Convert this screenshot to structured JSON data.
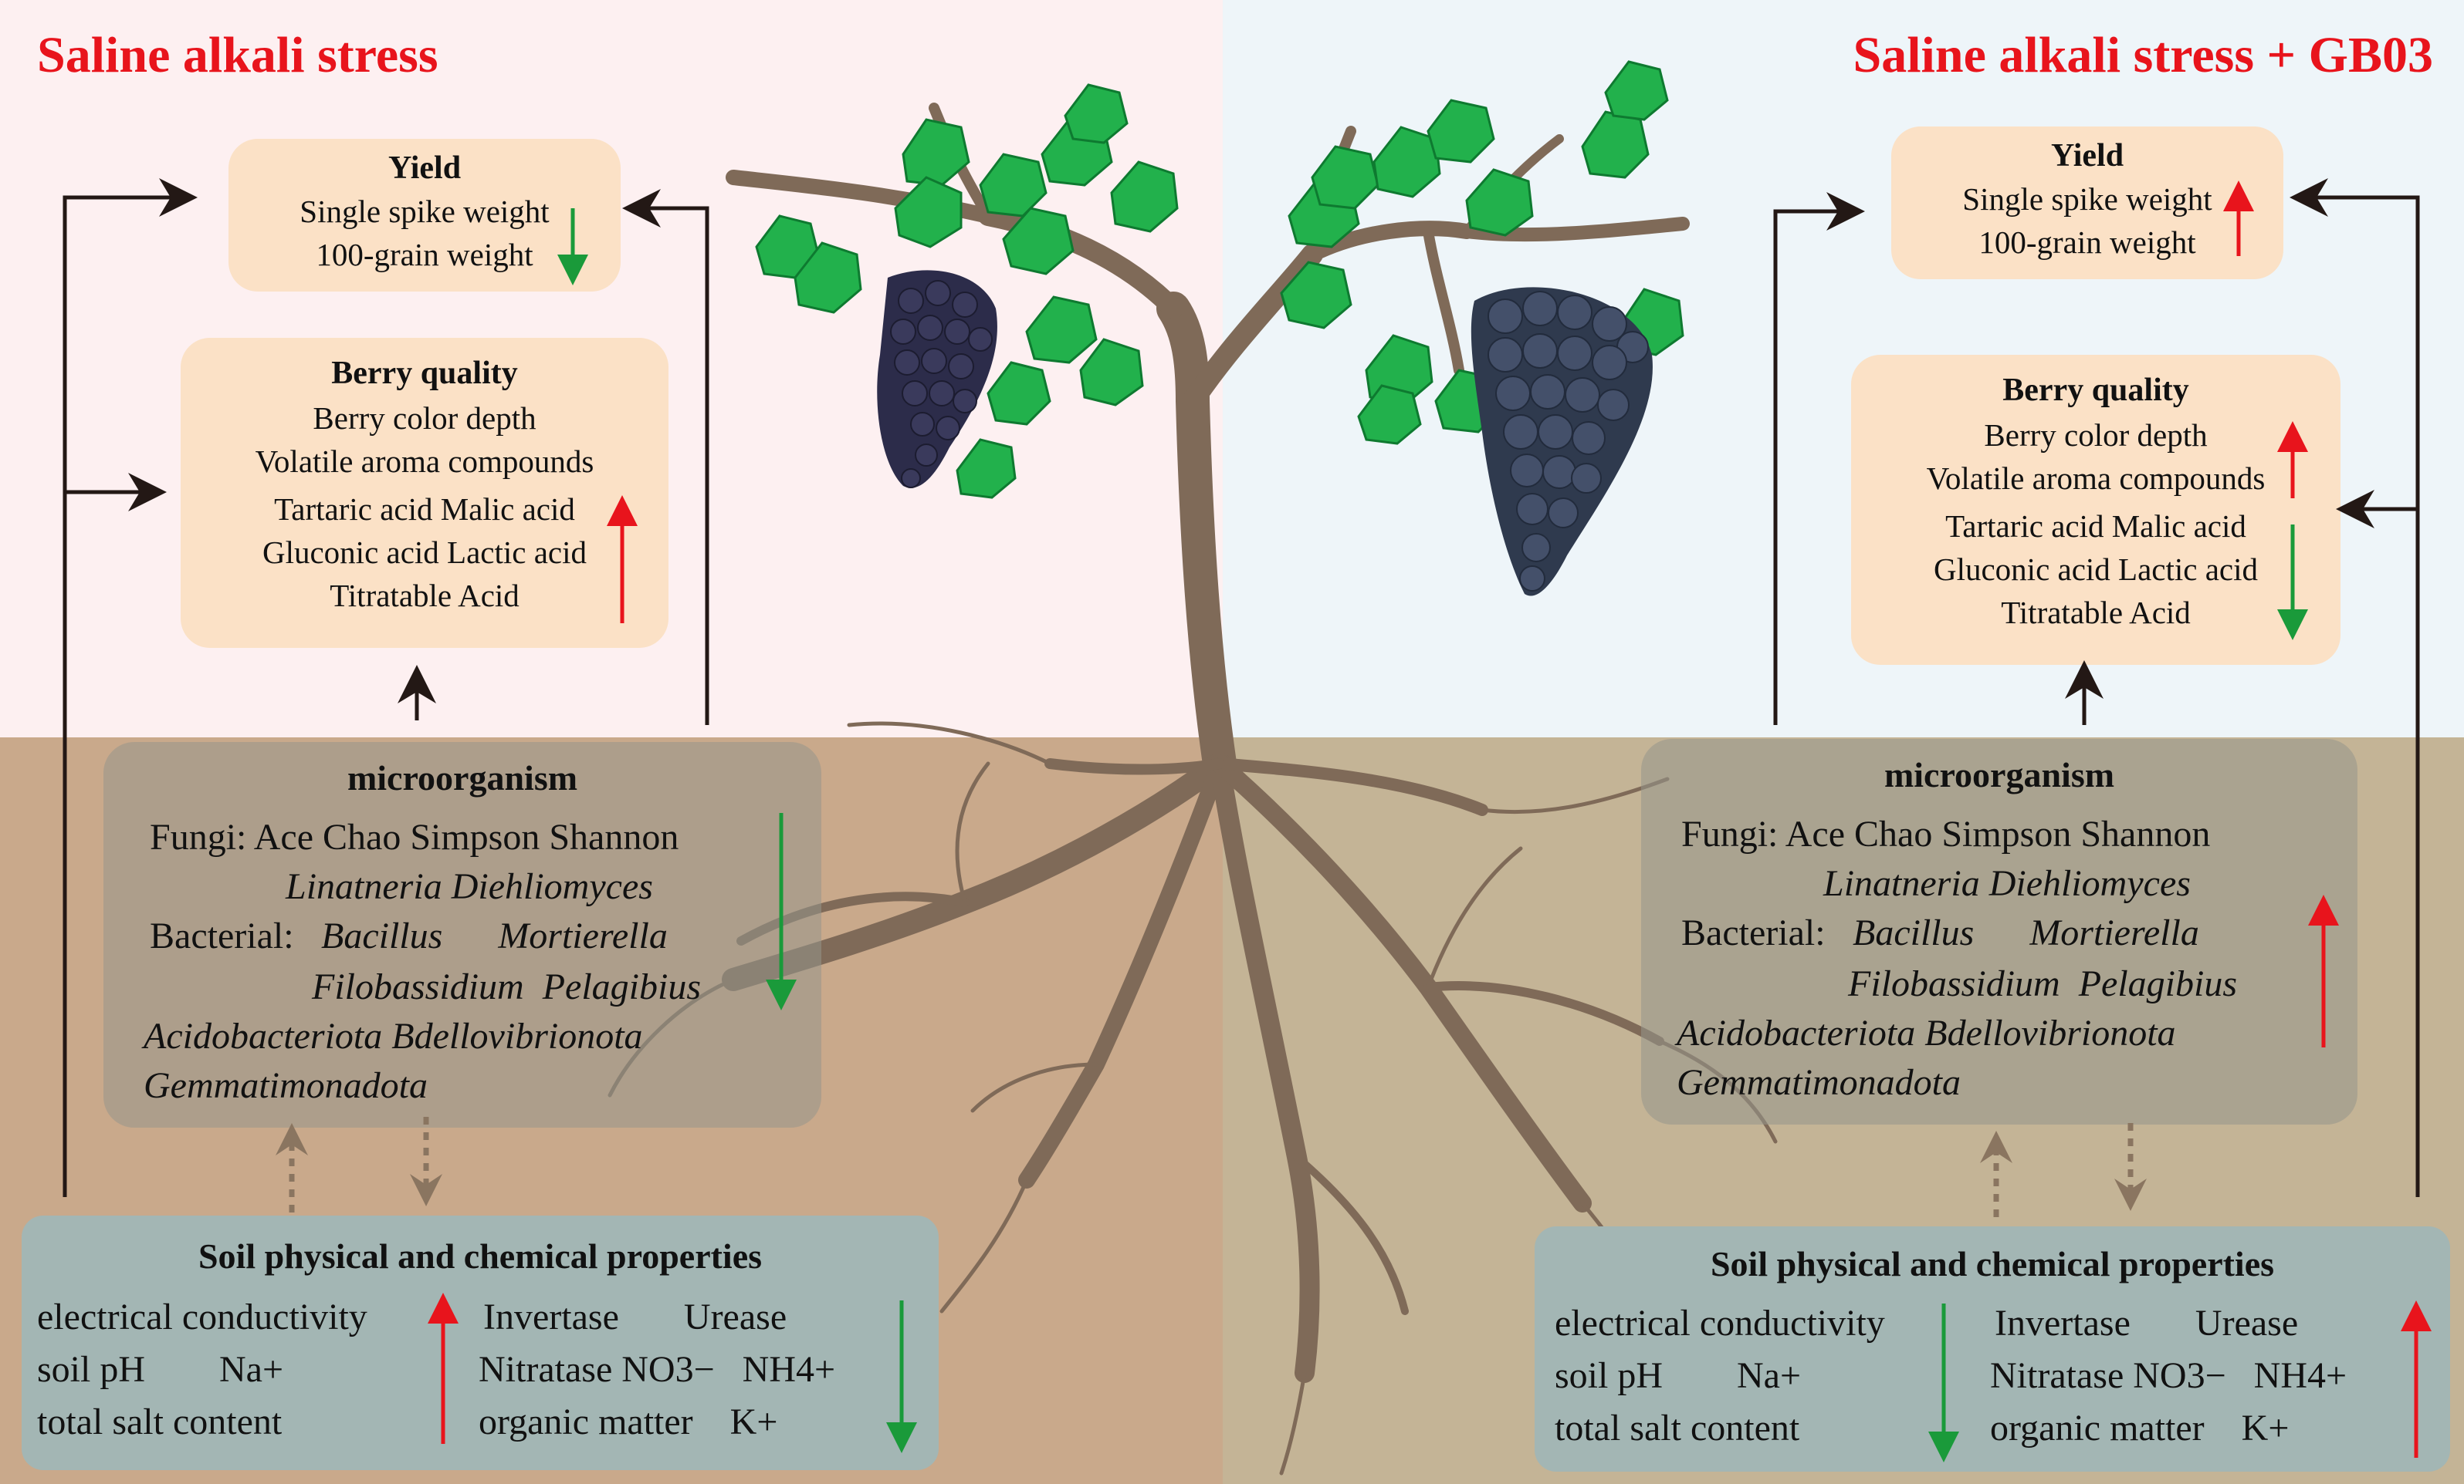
{
  "left": {
    "heading": "Saline alkali stress",
    "yield": {
      "title": "Yield",
      "line1": "Single spike weight",
      "line2": "100-grain weight"
    },
    "berry": {
      "title": "Berry quality",
      "line1": "Berry color depth",
      "line2": "Volatile aroma compounds",
      "line3": "Tartaric acid  Malic acid",
      "line4": "Gluconic acid Lactic acid",
      "line5": "Titratable Acid"
    },
    "micro": {
      "title": "microorganism",
      "fungi": "Fungi: Ace Chao Simpson Shannon",
      "fungi_taxa": "Linatneria Diehliomyces",
      "bacterial": "Bacterial:",
      "bact_taxa1": "Bacillus      Mortierella",
      "bact_taxa2": "Filobassidium  Pelagibius",
      "phyla1": "Acidobacteriota Bdellovibrionota",
      "phyla2": "Gemmatimonadota"
    },
    "soil": {
      "title": "Soil physical and chemical properties",
      "c1": [
        "electrical conductivity",
        "soil pH        Na+",
        "total salt content"
      ],
      "c2": [
        "Invertase       Urease",
        "Nitratase NO3−   NH4+",
        "organic matter    K+"
      ]
    }
  },
  "right": {
    "heading": "Saline alkali stress + GB03",
    "yield": {
      "title": "Yield",
      "line1": "Single spike weight",
      "line2": "100-grain weight"
    },
    "berry": {
      "title": "Berry quality",
      "line1": "Berry color depth",
      "line2": "Volatile aroma compounds",
      "line3": "Tartaric acid  Malic acid",
      "line4": "Gluconic acid Lactic acid",
      "line5": "Titratable Acid"
    },
    "micro": {
      "title": "microorganism",
      "fungi": "Fungi: Ace Chao Simpson Shannon",
      "fungi_taxa": "Linatneria Diehliomyces",
      "bacterial": "Bacterial:",
      "bact_taxa1": "Bacillus      Mortierella",
      "bact_taxa2": "Filobassidium  Pelagibius",
      "phyla1": "Acidobacteriota Bdellovibrionota",
      "phyla2": "Gemmatimonadota"
    },
    "soil": {
      "title": "Soil physical and chemical properties",
      "c1": [
        "electrical conductivity",
        "soil pH        Na+",
        "total salt content"
      ],
      "c2": [
        "Invertase       Urease",
        "Nitratase NO3−   NH4+",
        "organic matter    K+"
      ]
    }
  },
  "colors": {
    "up": "#e8141c",
    "down": "#1a9a3a",
    "heading": "#e8141c",
    "arrow": "#231815",
    "dashed": "#8a7560"
  },
  "icons": [
    "grapevine-illustration",
    "grape-cluster-icon",
    "leaf-icon",
    "root-system-icon",
    "up-arrow-icon",
    "down-arrow-icon"
  ]
}
